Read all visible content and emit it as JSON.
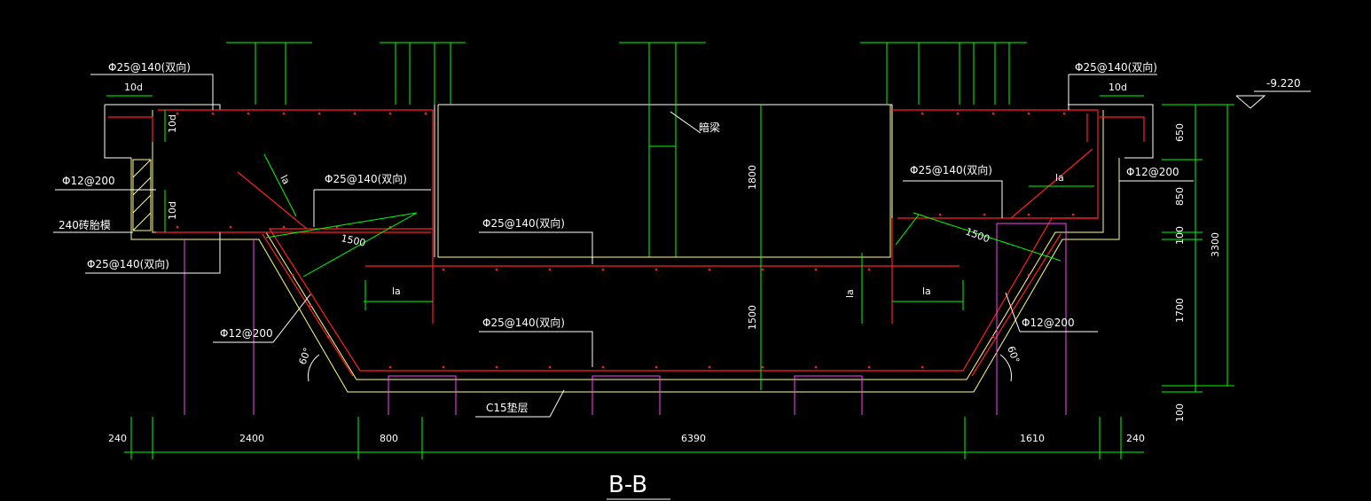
{
  "colors": {
    "background": "#000000",
    "concrete_outline": "#ffffff",
    "rebar": "#ff2020",
    "leader": "#ffffff",
    "dimension": "#00ff00",
    "cushion": "#ffff80",
    "pile": "#ff40ff",
    "text": "#ffffff"
  },
  "title": "B-B",
  "elevation": "-9.220",
  "labels": {
    "rebar_top_left": "Φ25@140(双向)",
    "rebar_top_right": "Φ25@140(双向)",
    "rebar_mid_left": "Φ25@140(双向)",
    "rebar_mid_right": "Φ25@140(双向)",
    "rebar_center_upper": "Φ25@140(双向)",
    "rebar_center_lower": "Φ25@140(双向)",
    "rebar_bottom_left": "Φ25@140(双向)",
    "stirrup_left": "Φ12@200",
    "stirrup_right": "Φ12@200",
    "stirrup_slope_left": "Φ12@200",
    "stirrup_slope_right": "Φ12@200",
    "brick_wall": "240砖胎模",
    "hidden_beam": "暗梁",
    "cushion": "C15垫层",
    "anchor_10d_left": "10d",
    "anchor_10d_right": "10d",
    "anchor_10d_vert_1": "10d",
    "anchor_10d_vert_2": "10d",
    "la_1": "la",
    "la_2": "la",
    "la_3": "la",
    "la_4": "la",
    "la_5": "la",
    "slope_len_left": "1500",
    "slope_len_right": "1500",
    "angle_left": "60°",
    "angle_right": "60°",
    "depth_upper": "1800",
    "depth_lower": "1500"
  },
  "dims_bottom": [
    "240",
    "2400",
    "800",
    "6390",
    "1610",
    "240"
  ],
  "dims_right": [
    "650",
    "850",
    "100",
    "1700",
    "100",
    "3300"
  ]
}
